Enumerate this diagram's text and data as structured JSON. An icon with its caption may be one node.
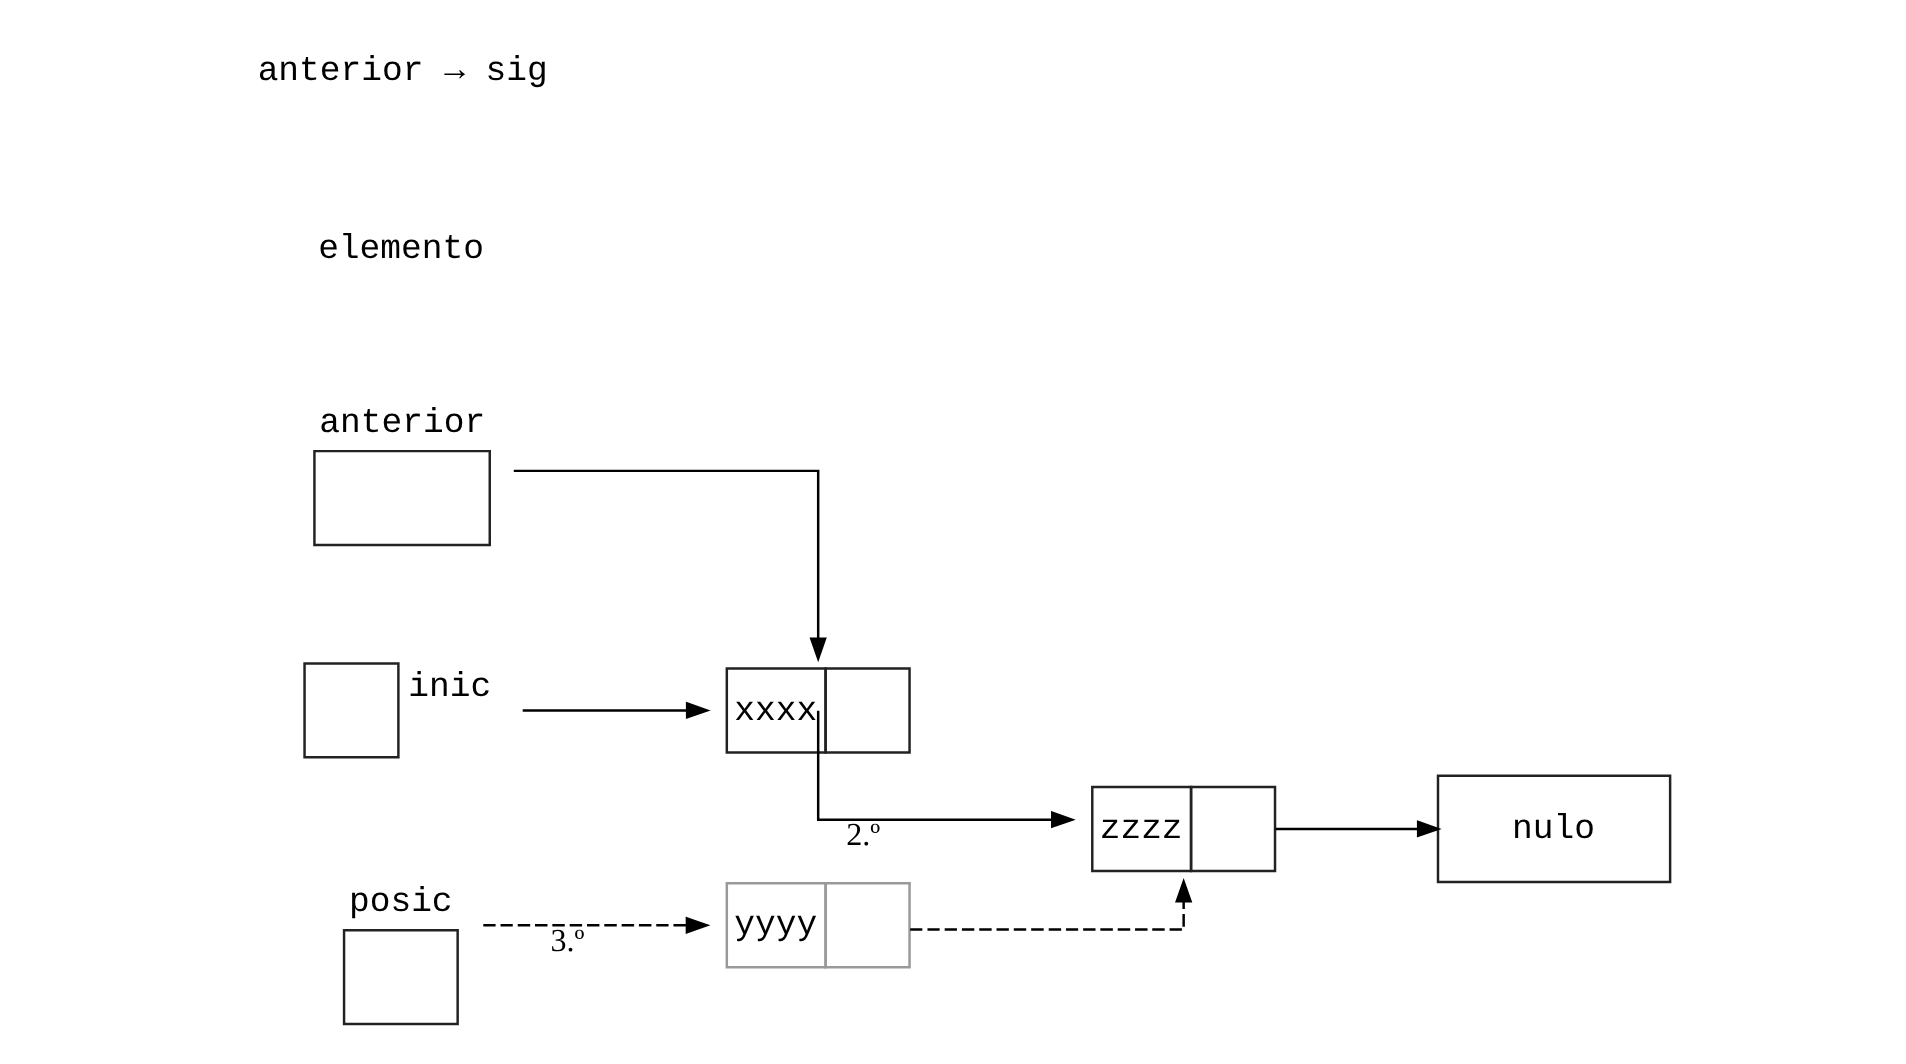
{
  "diagram": {
    "nodes": [
      {
        "text": [
          "anterior"
        ]
      },
      {
        "text": [
          "zzzz"
        ]
      },
      {
        "text": [
          "posic"
        ]
      },
      {
        "text": [
          "nulo"
        ]
      },
      {
        "text": [
          "yyyy"
        ]
      },
      {
        "text": [
          "xxxx"
        ]
      },
      {
        "text": [
          "inic"
        ]
      }
    ],
    "edges": [
      {
        "from": 0,
        "to": 5,
        "arrow": "to"
      },
      {
        "from": 6,
        "to": 5,
        "arrow": "to"
      },
      {
        "from": 5,
        "to": 1,
        "arrow": "to",
        "label": "2.º"
      },
      {
        "from": 1,
        "to": 3,
        "arrow": "to"
      },
      {
        "from": 4,
        "to": 1,
        "arrow": "to",
        "style": "dashed"
      },
      {
        "from": 2,
        "to": 4,
        "arrow": "to",
        "style": "dashed",
        "label": "3.º"
      }
    ],
    "labels": [
      "anterior → sig",
      "elemento"
    ]
  }
}
